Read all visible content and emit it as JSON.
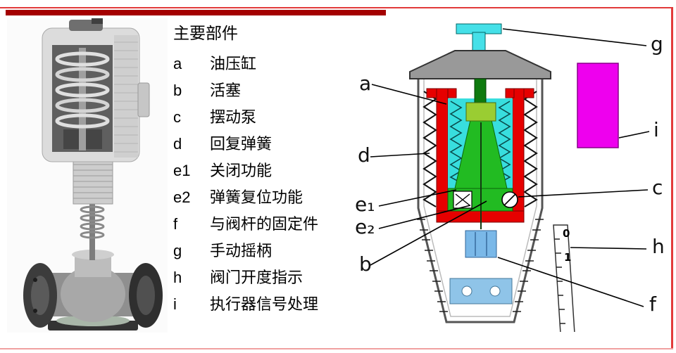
{
  "slide": {
    "accent": {
      "line_red": "#e23a3a",
      "bar_maroon": "#a40000",
      "bottom_pink": "#f0a0a0"
    }
  },
  "parts_list": {
    "title": "主要部件",
    "items": [
      {
        "key": "a",
        "label": "油压缸"
      },
      {
        "key": "b",
        "label": "活塞"
      },
      {
        "key": "c",
        "label": "摆动泵"
      },
      {
        "key": "d",
        "label": "回复弹簧"
      },
      {
        "key": "e1",
        "label": "关闭功能"
      },
      {
        "key": "e2",
        "label": "弹簧复位功能"
      },
      {
        "key": "f",
        "label": "与阀杆的固定件"
      },
      {
        "key": "g",
        "label": "手动摇柄"
      },
      {
        "key": "h",
        "label": "阀门开度指示"
      },
      {
        "key": "i",
        "label": "执行器信号处理"
      }
    ]
  },
  "diagram": {
    "labels": {
      "a": "a",
      "b": "b",
      "c": "c",
      "d": "d",
      "e1": "e₁",
      "e2": "e₂",
      "f": "f",
      "g": "g",
      "h": "h",
      "i": "i"
    },
    "scale": {
      "zero": "0",
      "one": "1"
    },
    "colors": {
      "cylinder_red": "#e60000",
      "oil_cyan": "#38dede",
      "piston_green": "#22bb22",
      "spindle_dark_green": "#0f7a0f",
      "gland_yellow_green": "#9acd32",
      "signal_magenta": "#ee00ee",
      "stem_blue": "#7ab8e8",
      "plate_blue": "#8fc4e8",
      "handle_cyan": "#45e0e8",
      "cap_gray": "#999999"
    }
  }
}
